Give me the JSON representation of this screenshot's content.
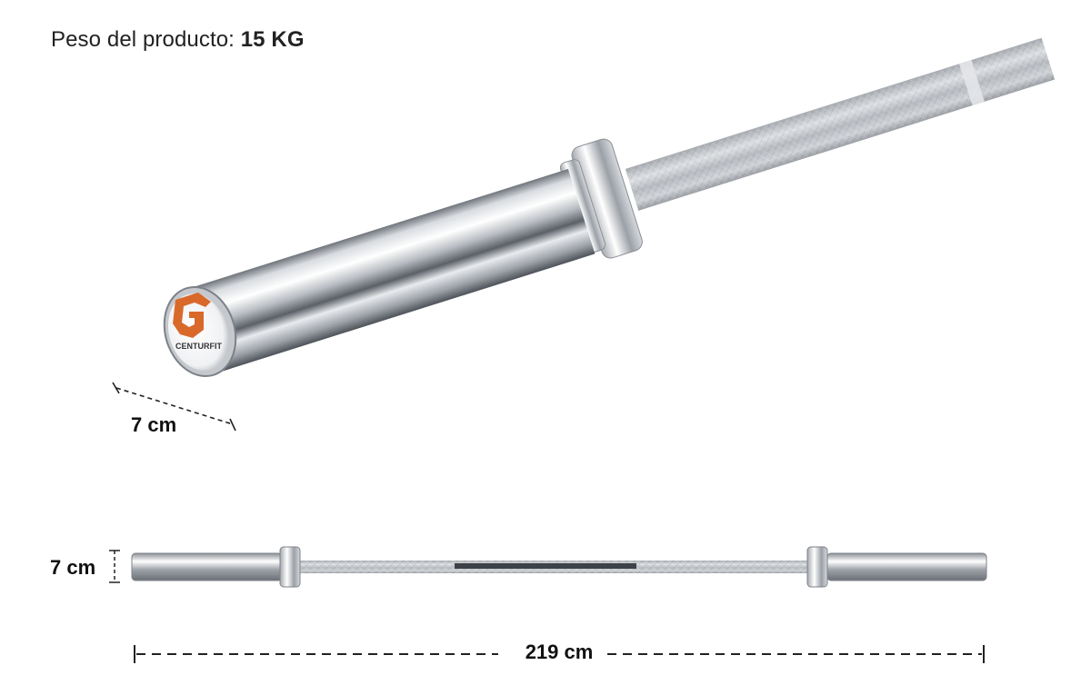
{
  "product": {
    "weight_label": "Peso del producto:",
    "weight_value": "15 KG",
    "brand_logo_text": "CENTURFIT"
  },
  "dimensions": {
    "end_diameter": "7 cm",
    "bar_height": "7 cm",
    "total_length": "219 cm"
  },
  "colors": {
    "logo_orange": "#d9692a",
    "chrome_light": "#f4f5f7",
    "chrome_dark": "#7d8289"
  }
}
